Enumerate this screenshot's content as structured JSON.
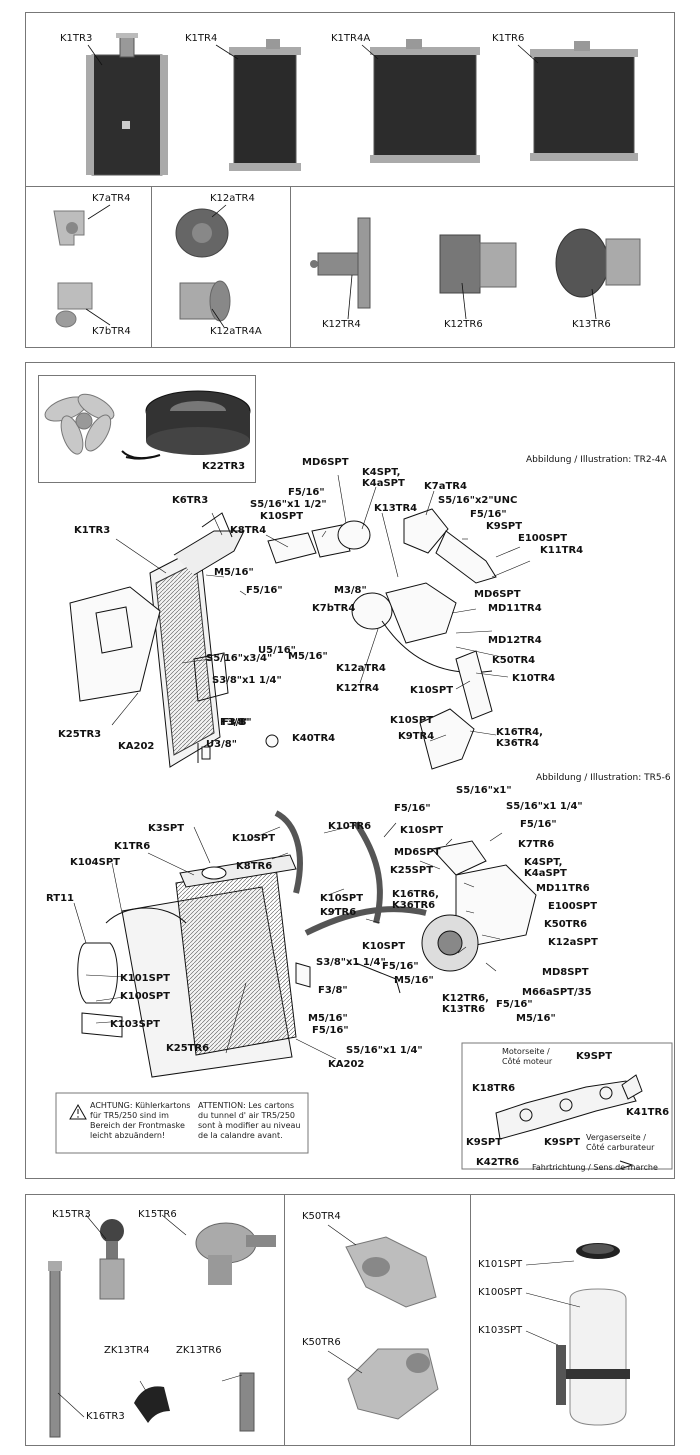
{
  "top": {
    "radiators": [
      "K1TR3",
      "K1TR4",
      "K1TR4A",
      "K1TR6"
    ],
    "row2": [
      "K7aTR4",
      "K7bTR4",
      "K12aTR4",
      "K12aTR4A",
      "K12TR4",
      "K12TR6",
      "K13TR6"
    ]
  },
  "mid": {
    "kit_label": "K22TR3",
    "illus1": "Abbildung / Illustration: TR2-4A",
    "illus2": "Abbildung / Illustration: TR5-6",
    "d1": [
      "MD6SPT",
      "K4SPT,\nK4aSPT",
      "K6TR3",
      "F5/16\"",
      "S5/16\"x1 1/2\"",
      "K10SPT",
      "K8TR4",
      "K1TR3",
      "K13TR4",
      "K7aTR4",
      "S5/16\"x2\"UNC",
      "F5/16\"",
      "K9SPT",
      "E100SPT",
      "K11TR4",
      "M5/16\"",
      "F5/16\"",
      "F3/8\"",
      "M3/8\"",
      "MD6SPT",
      "MD11TR4",
      "K7bTR4",
      "U5/16\"",
      "M5/16\"",
      "S5/16\"x3/4\"",
      "K12aTR4",
      "MD12TR4",
      "K50TR4",
      "K12TR4",
      "K10SPT",
      "K10TR4",
      "S3/8\"x1 1/4\"",
      "K25TR3",
      "F3/8\"",
      "K40TR4",
      "KA202",
      "U3/8\"",
      "K10SPT",
      "K9TR4",
      "K16TR4,\nK36TR4"
    ],
    "d2": [
      "S5/16\"x1\"",
      "F5/16\"",
      "S5/16\"x1 1/4\"",
      "K3SPT",
      "K10SPT",
      "K10TR6",
      "K10SPT",
      "F5/16\"",
      "K1TR6",
      "K8TR6",
      "MD6SPT",
      "K7TR6",
      "K104SPT",
      "K25SPT",
      "K4SPT,\nK4aSPT",
      "K16TR6,\nK36TR6",
      "K10SPT",
      "MD11TR6",
      "RT11",
      "K9TR6",
      "E100SPT",
      "K50TR6",
      "K10SPT",
      "K12aSPT",
      "S3/8\"x1 1/4\"",
      "F5/16\"",
      "MD8SPT",
      "K101SPT",
      "M5/16\"",
      "F3/8\"",
      "K100SPT",
      "M66aSPT/35",
      "F5/16\"",
      "K12TR6,\nK13TR6",
      "M5/16\"",
      "K103SPT",
      "M5/16\"",
      "F5/16\"",
      "K25TR6",
      "S5/16\"x1 1/4\"",
      "KA202"
    ],
    "warn_de": "ACHTUNG: Kühlerkartons\nfür TR5/250 sind im\nBereich der Frontmaske\nleicht abzuändern!",
    "warn_fr": "ATTENTION: Les cartons\ndu tunnel d' air TR5/250\nsont à modifier au niveau\nde la calandre avant.",
    "manifold": {
      "motorseite": "Motorseite /\nCôté moteur",
      "vergaserseite": "Vergaserseite /\nCôté carburateur",
      "direction": "Fahrtrichtung / Sens de marche",
      "parts": [
        "K9SPT",
        "K18TR6",
        "K41TR6",
        "K9SPT",
        "K9SPT",
        "K42TR6"
      ]
    }
  },
  "bottom": {
    "left": [
      "K15TR3",
      "K15TR6",
      "ZK13TR4",
      "ZK13TR6",
      "K16TR3"
    ],
    "middle": [
      "K50TR4",
      "K50TR6"
    ],
    "right": [
      "K101SPT",
      "K100SPT",
      "K103SPT"
    ]
  },
  "colors": {
    "border": "#777777",
    "metal": "#9a9a9a",
    "dark": "#2e2e2e",
    "line": "#111111"
  }
}
